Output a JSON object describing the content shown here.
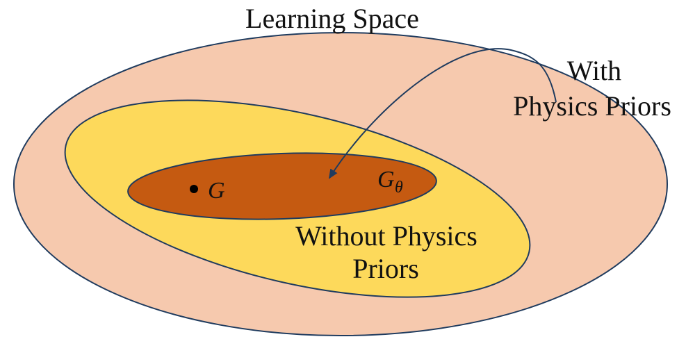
{
  "diagram": {
    "title": "Learning Space",
    "labels": {
      "with_line1": "With",
      "with_line2": "Physics Priors",
      "without_line1": "Without Physics",
      "without_line2": "Priors",
      "g_true": "G",
      "g_model": "G",
      "g_model_subscript": "θ"
    },
    "colors": {
      "learning_space_fill": "#F6C9AE",
      "without_priors_fill": "#FDD95B",
      "with_priors_fill": "#C55A11",
      "outline": "#1F3B5E",
      "point": "#000000"
    }
  }
}
